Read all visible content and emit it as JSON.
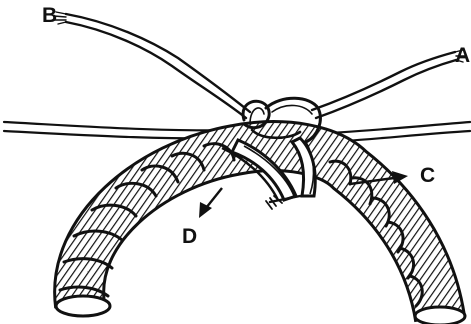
{
  "figure": {
    "labels": {
      "a": "A",
      "b": "B",
      "c": "C",
      "d": "D"
    },
    "colors": {
      "ink": "#111111",
      "paper": "#ffffff"
    }
  }
}
